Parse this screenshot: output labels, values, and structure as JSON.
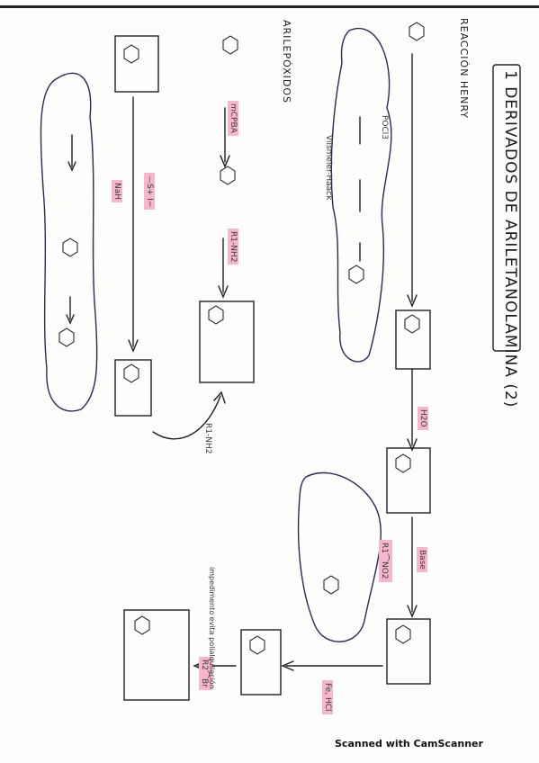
{
  "title": "1 DERIVADOS DE ARILETANOLAMINA (2)",
  "sections": {
    "henry": "REACCIÓN HENRY",
    "epoxides": "ARILEPÓXIDOS"
  },
  "reagents": {
    "pocl3": "POCl3",
    "vilsmeier": "Vilsmeier-Haack",
    "h2o": "H2O",
    "base": "Base",
    "nitroalkane": "R1⌒NO2",
    "fe_hcl": "Fe, HCl",
    "r2_br": "R2⌒Br",
    "mcpba": "mCPBA",
    "amine": "R1-NH2",
    "amine2": "R1-NH2",
    "nah": "NaH",
    "sulfonium": "—S+ I−"
  },
  "notes": {
    "polyalkylation": "impedimento evita polialquilación"
  },
  "footer": "Scanned with CamScanner"
}
